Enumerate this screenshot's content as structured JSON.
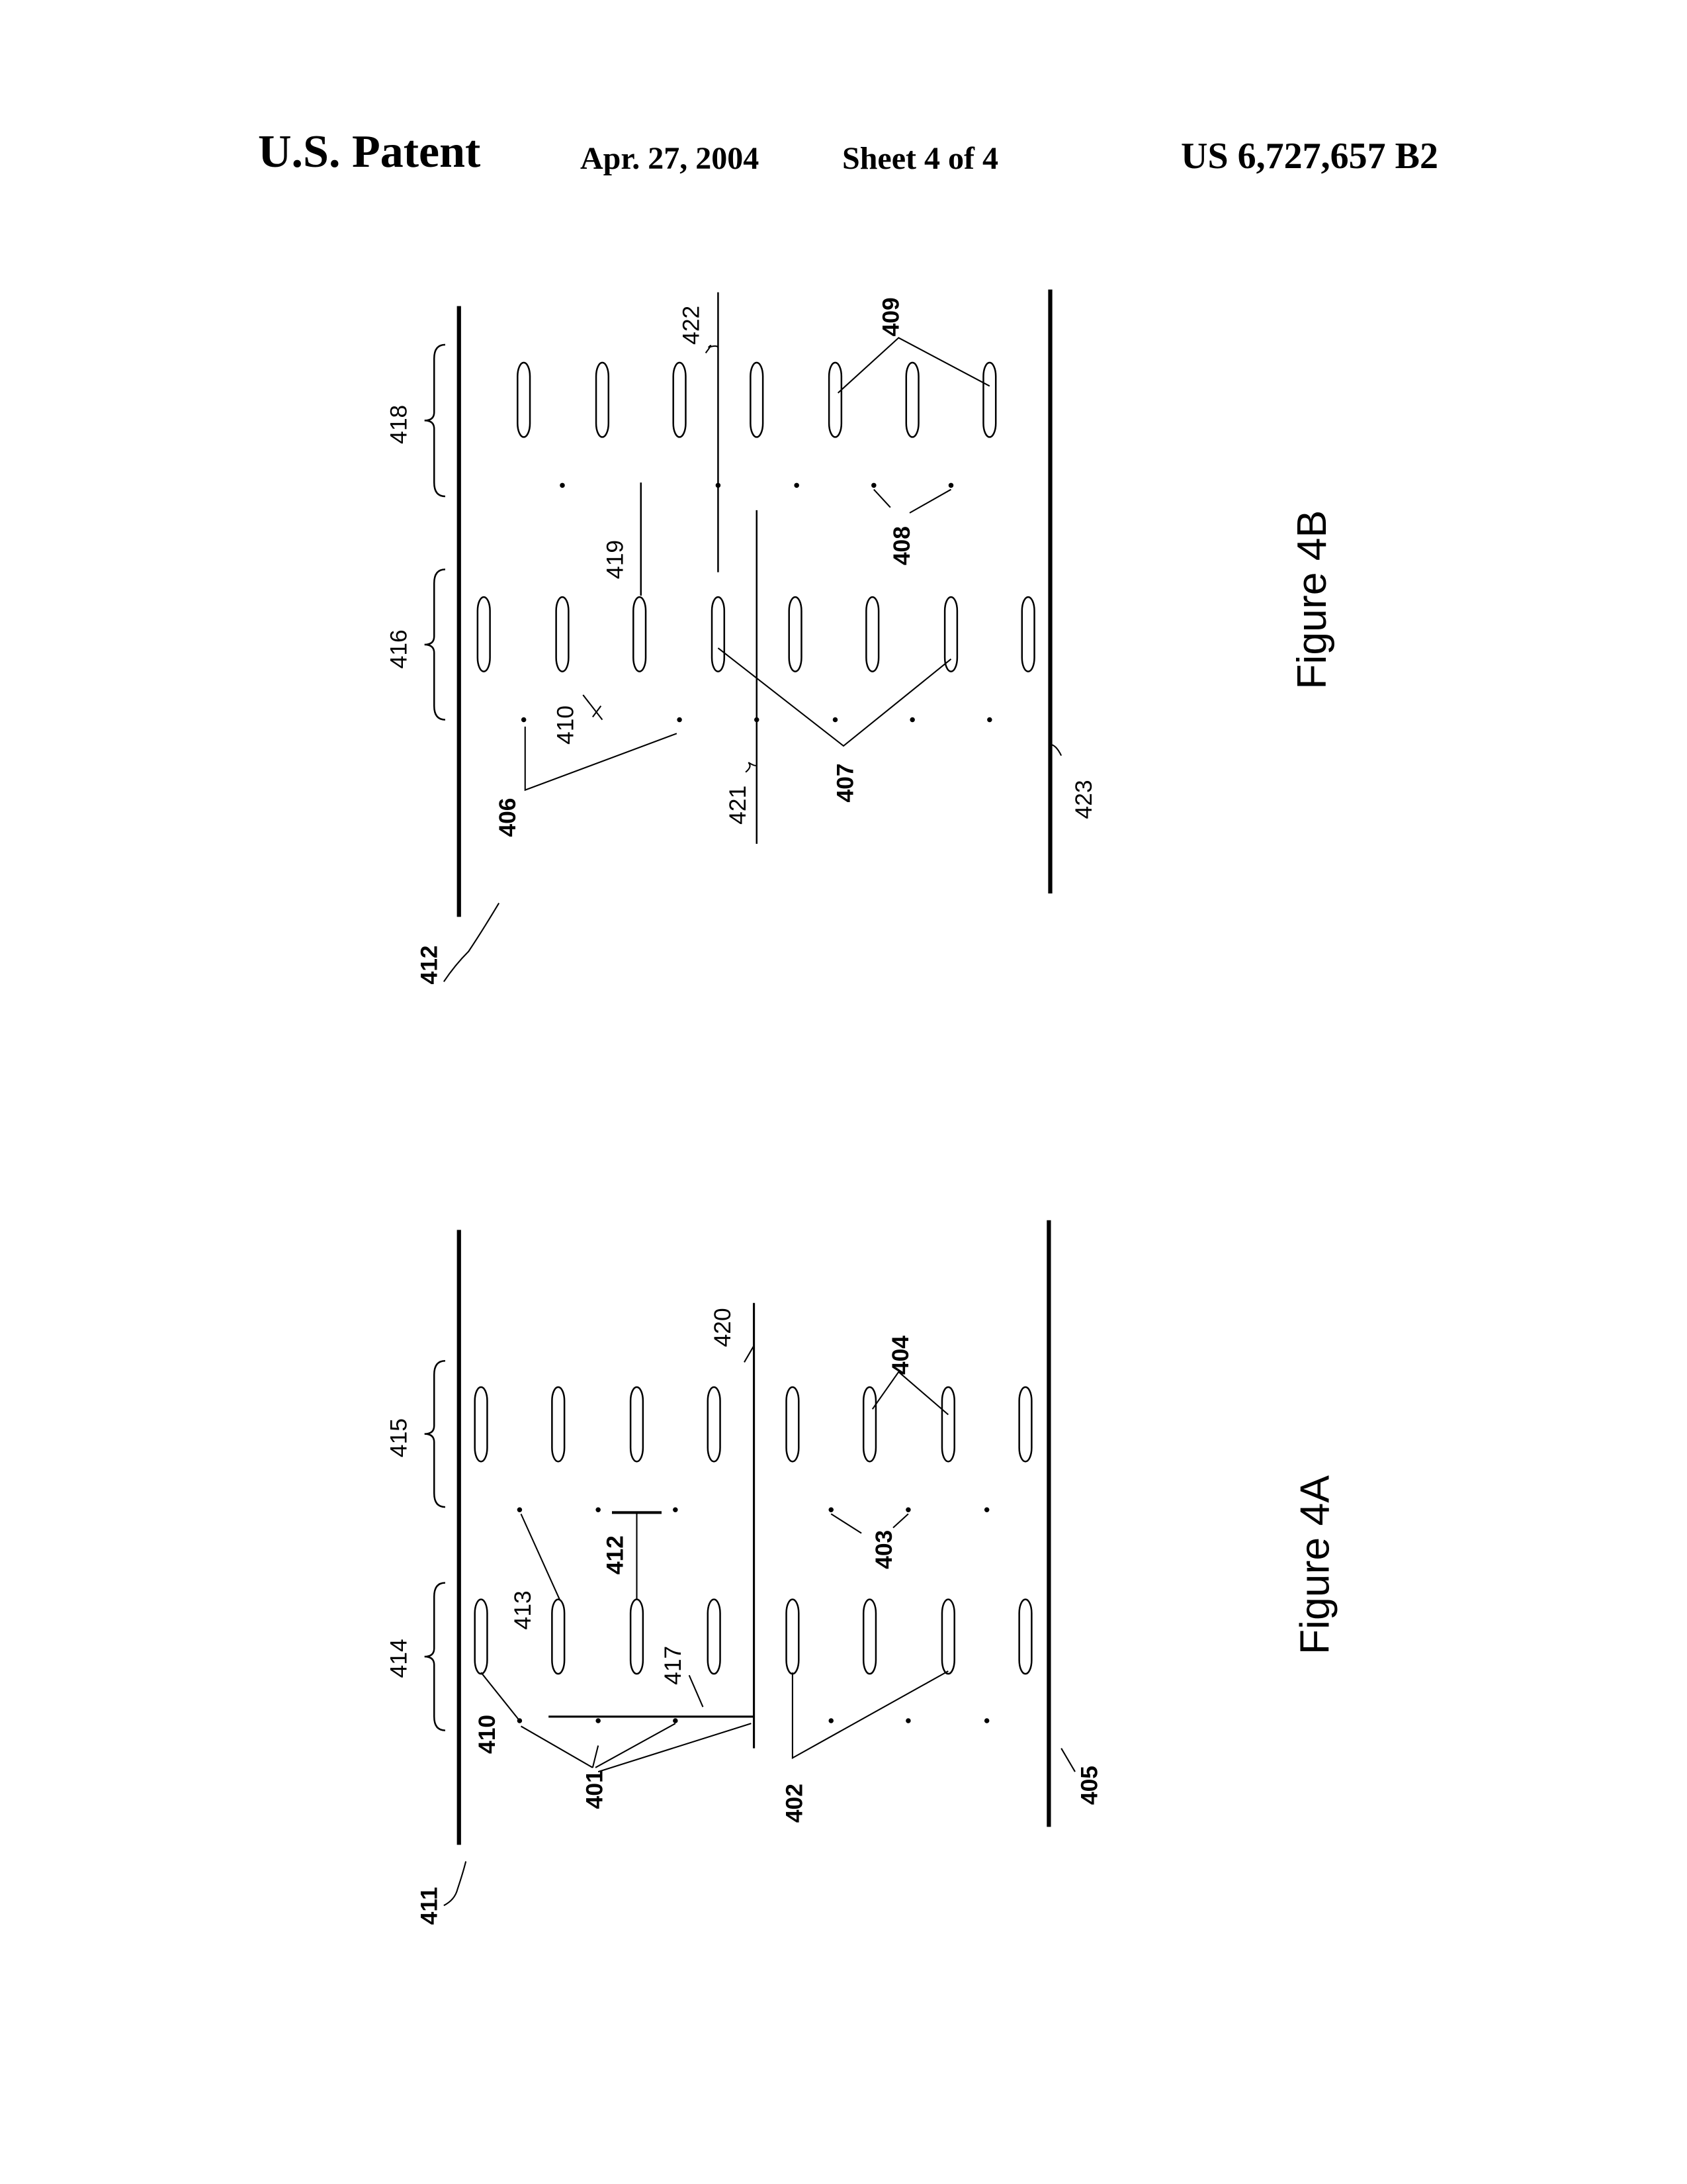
{
  "header": {
    "title": "U.S. Patent",
    "date": "Apr. 27, 2004",
    "sheet": "Sheet 4 of 4",
    "patent_number": "US 6,727,657 B2"
  },
  "figure_4b": {
    "caption": "Figure 4B",
    "labels": {
      "l412": "412",
      "l406": "406",
      "l410": "410",
      "l419": "419",
      "l422": "422",
      "l421": "421",
      "l407": "407",
      "l408": "408",
      "l409": "409",
      "l423": "423",
      "l416": "416",
      "l418": "418"
    }
  },
  "figure_4a": {
    "caption": "Figure 4A",
    "labels": {
      "l411": "411",
      "l410": "410",
      "l401": "401",
      "l413": "413",
      "l412": "412",
      "l417": "417",
      "l420": "420",
      "l402": "402",
      "l403": "403",
      "l404": "404",
      "l405": "405",
      "l414": "414",
      "l415": "415"
    }
  }
}
